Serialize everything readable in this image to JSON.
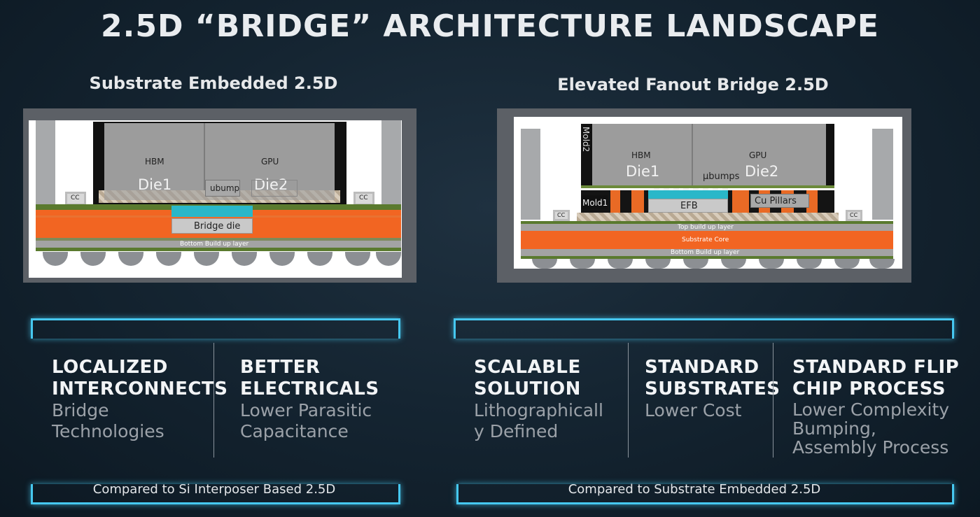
{
  "title": "2.5D “BRIDGE” ARCHITECTURE LANDSCAPE",
  "left": {
    "subtitle": "Substrate Embedded 2.5D",
    "diagram": {
      "die1_top": "HBM",
      "die1": "Die1",
      "die2_top": "GPU",
      "die2": "Die2",
      "ubump": "ubump",
      "bridge": "Bridge die",
      "cc": "CC",
      "bottom_layer": "Bottom Build up layer"
    },
    "features": [
      {
        "heading": [
          "LOCALIZED",
          "INTERCONNECTS"
        ],
        "desc": [
          "Bridge",
          "Technologies"
        ]
      },
      {
        "heading": [
          "BETTER",
          "ELECTRICALS"
        ],
        "desc": [
          "Lower Parasitic",
          "Capacitance"
        ]
      }
    ],
    "compare": "Compared to Si Interposer Based 2.5D"
  },
  "right": {
    "subtitle": "Elevated Fanout Bridge 2.5D",
    "diagram": {
      "mold2": "Mold2",
      "die1_top": "HBM",
      "die1": "Die1",
      "die2_top": "GPU",
      "die2": "Die2",
      "ubumps": "µbumps",
      "mold1": "Mold1",
      "efb": "EFB",
      "pillars": "Cu Pillars",
      "cc": "CC",
      "top_layer": "Top build up layer",
      "core": "Substrate Core",
      "bottom_layer": "Bottom Build up layer"
    },
    "features": [
      {
        "heading": [
          "SCALABLE",
          "SOLUTION"
        ],
        "desc": [
          "Lithographicall",
          "y Defined"
        ]
      },
      {
        "heading": [
          "STANDARD",
          "SUBSTRATES"
        ],
        "desc": [
          "Lower Cost"
        ]
      },
      {
        "heading": [
          "STANDARD FLIP",
          "CHIP PROCESS"
        ],
        "desc": [
          "Lower Complexity",
          "Bumping,",
          "Assembly Process"
        ]
      }
    ],
    "compare": "Compared to Substrate Embedded 2.5D"
  },
  "colors": {
    "accent": "#46c8f0",
    "substrate_orange": "#f26522",
    "buildup_green": "#5a7a2e",
    "die_gray": "#9c9c9c",
    "bridge_cyan": "#2ab7c9"
  }
}
